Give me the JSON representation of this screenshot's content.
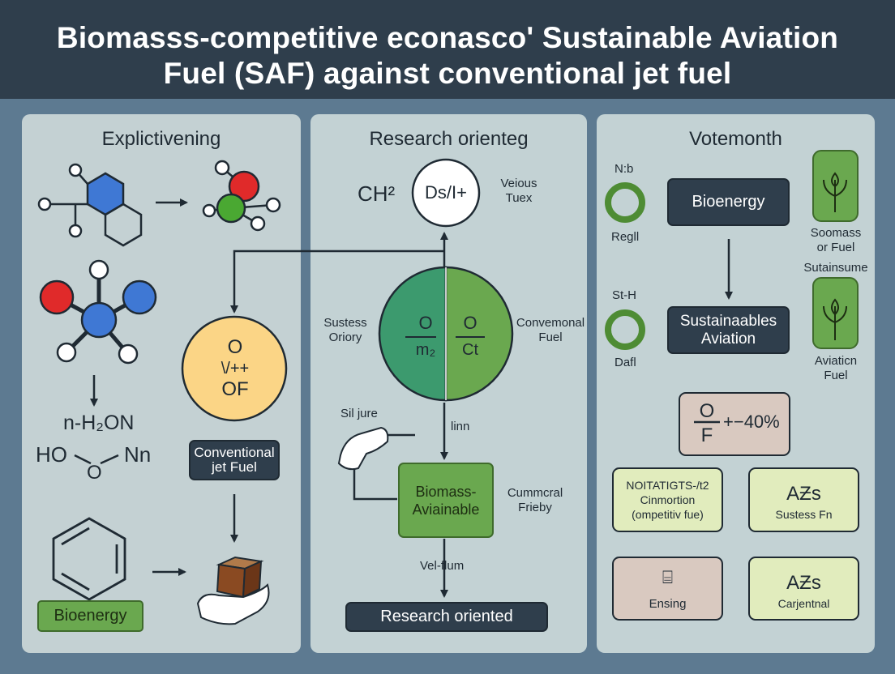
{
  "title": {
    "line1": "Biomasss-competitive econasco' Sustainable Aviation",
    "line2": "Fuel (SAF) against conventional jet fuel"
  },
  "left_panel": {
    "title": "Explictivening",
    "formula1": "n-H₂ON",
    "formula_ho": "HO",
    "formula_nn": "Nn",
    "formula_o": "O",
    "circle_line1": "O",
    "circle_line2": "\\/++",
    "circle_line3": "OF",
    "conv_label": "Conventional jet Fuel",
    "bioenergy_tag": "Bioenergy"
  },
  "mid_panel": {
    "title": "Research orienteg",
    "ch2": "CH²",
    "top_circle": "Ds/I+",
    "veious": "Veious Tuex",
    "sucess": "Sustess Oriory",
    "half_left_top": "O",
    "half_left_bottom": "m₂",
    "half_right_top": "O",
    "half_right_bottom": "Ct",
    "conventional_fuel": "Convemonal Fuel",
    "sil_jure": "Sil jure",
    "linn": "linn",
    "biomass_box": "Biomass-Aviainable",
    "cummcral": "Cummcral Frieby",
    "velflum": "Vel-flum",
    "research_box": "Research oriented"
  },
  "right_panel": {
    "title": "Votemonth",
    "n2b": "N:b",
    "regll": "Regll",
    "sth": "St-H",
    "dafl": "Dafl",
    "bioenergy_box": "Bioenergy",
    "sustainable_box": "Sustainaables Aviation",
    "soomass": "Soomass or Fuel",
    "sutainsume": "Sutainsume",
    "aviation_fuel": "Aviaticn Fuel",
    "fraction_top": "O",
    "fraction_bottom": "F",
    "fraction_value": "+−40%",
    "card1_l1": "NOITATIGTS-/t2",
    "card1_l2": "Cinmortion",
    "card1_l3": "(ompetitiv fue)",
    "card2_big": "AƵs",
    "card2_small": "Sustess Fn",
    "card3_icon": "⌸",
    "card3_small": "Ensing",
    "card4_big": "AƵs",
    "card4_small": "Carjentnal"
  },
  "colors": {
    "background": "#5d7a91",
    "header": "#2f3e4c",
    "panel": "#c4d1d3",
    "green": "#6aa84f",
    "teal": "#3c9a6e",
    "yellow": "#fbd586",
    "red": "#e02a2a",
    "blue": "#3f78d4"
  }
}
